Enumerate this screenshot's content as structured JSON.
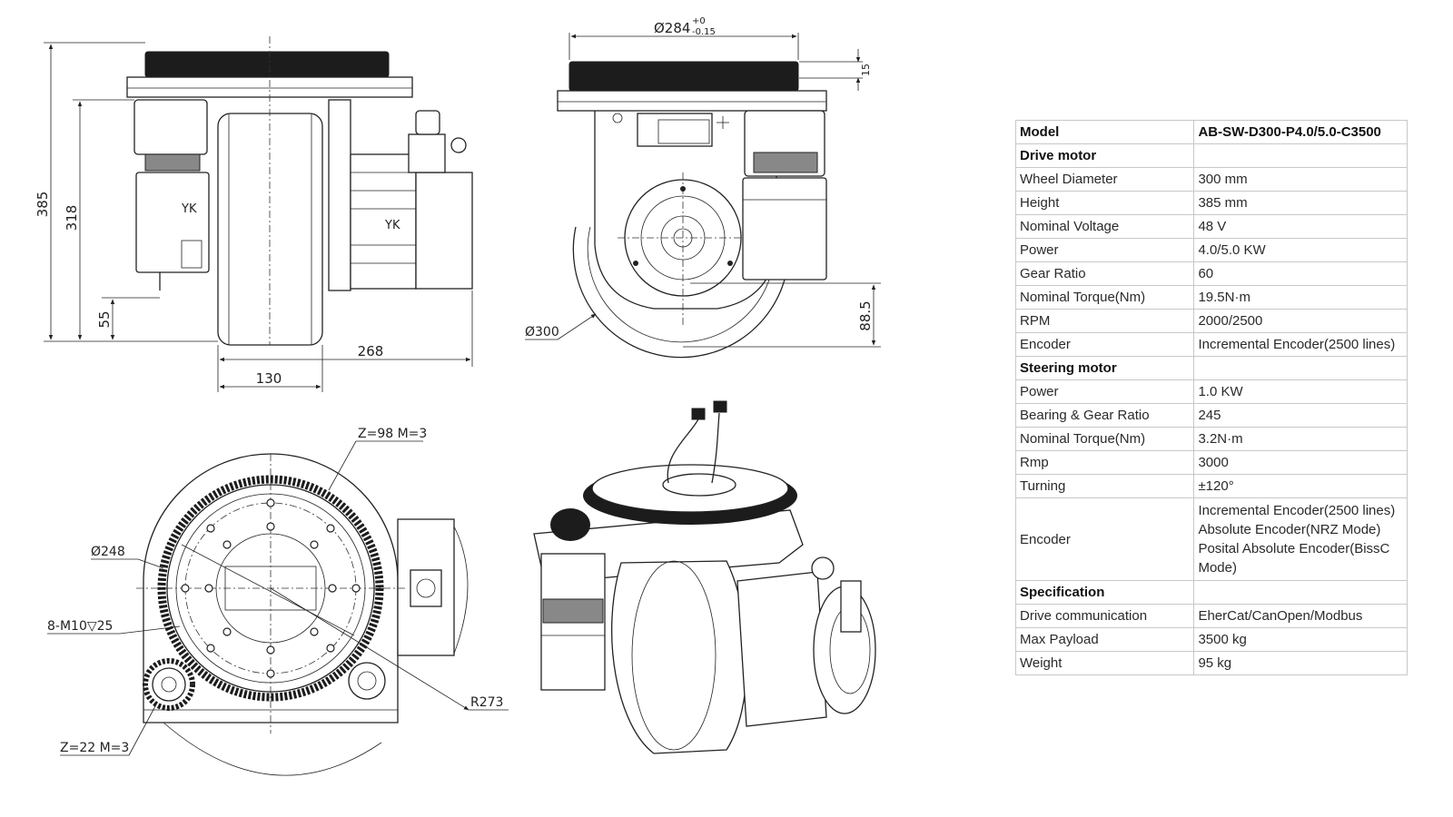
{
  "dimensions": {
    "side": {
      "overall_height": "385",
      "motor_height": "318",
      "bottom_gap": "55",
      "overall_width": "268",
      "wheel_width": "130",
      "logo_a": "YK",
      "logo_b": "YK"
    },
    "front": {
      "ring_dia": "Ø284",
      "ring_tol_top": "+0",
      "ring_tol_bot": "-0.15",
      "ring_thickness": "15",
      "wheel_dia": "Ø300",
      "axle_height": "88.5"
    },
    "top": {
      "ring_gear": "Z=98 M=3",
      "bolt_circle": "Ø248",
      "holes": "8-M10▽25",
      "radius": "R273",
      "pinion": "Z=22 M=3"
    }
  },
  "table": {
    "model": {
      "key": "Model",
      "value": "AB-SW-D300-P4.0/5.0-C3500"
    },
    "drive_section": "Drive motor",
    "drive_rows": [
      {
        "key": "Wheel Diameter",
        "value": "300 mm"
      },
      {
        "key": "Height",
        "value": "385 mm"
      },
      {
        "key": "Nominal Voltage",
        "value": "48 V"
      },
      {
        "key": "Power",
        "value": "4.0/5.0 KW"
      },
      {
        "key": "Gear Ratio",
        "value": "60"
      },
      {
        "key": "Nominal Torque(Nm)",
        "value": "19.5N·m"
      },
      {
        "key": "RPM",
        "value": "2000/2500"
      },
      {
        "key": "Encoder",
        "value": "Incremental Encoder(2500 lines)"
      }
    ],
    "steering_section": "Steering motor",
    "steering_rows": [
      {
        "key": "Power",
        "value": "1.0 KW"
      },
      {
        "key": "Bearing & Gear Ratio",
        "value": "245"
      },
      {
        "key": "Nominal Torque(Nm)",
        "value": "3.2N·m"
      },
      {
        "key": "Rmp",
        "value": "3000"
      },
      {
        "key": "Turning",
        "value": "±120°"
      }
    ],
    "steering_encoder": {
      "key": "Encoder",
      "lines": [
        "Incremental Encoder(2500 lines)",
        "Absolute Encoder(NRZ Mode)",
        "Posital Absolute Encoder(BissC",
        "Mode)"
      ]
    },
    "spec_section": "Specification",
    "spec_rows": [
      {
        "key": "Drive communication",
        "value": "EherCat/CanOpen/Modbus"
      },
      {
        "key": "Max Payload",
        "value": "3500 kg"
      },
      {
        "key": "Weight",
        "value": "95 kg"
      }
    ]
  }
}
